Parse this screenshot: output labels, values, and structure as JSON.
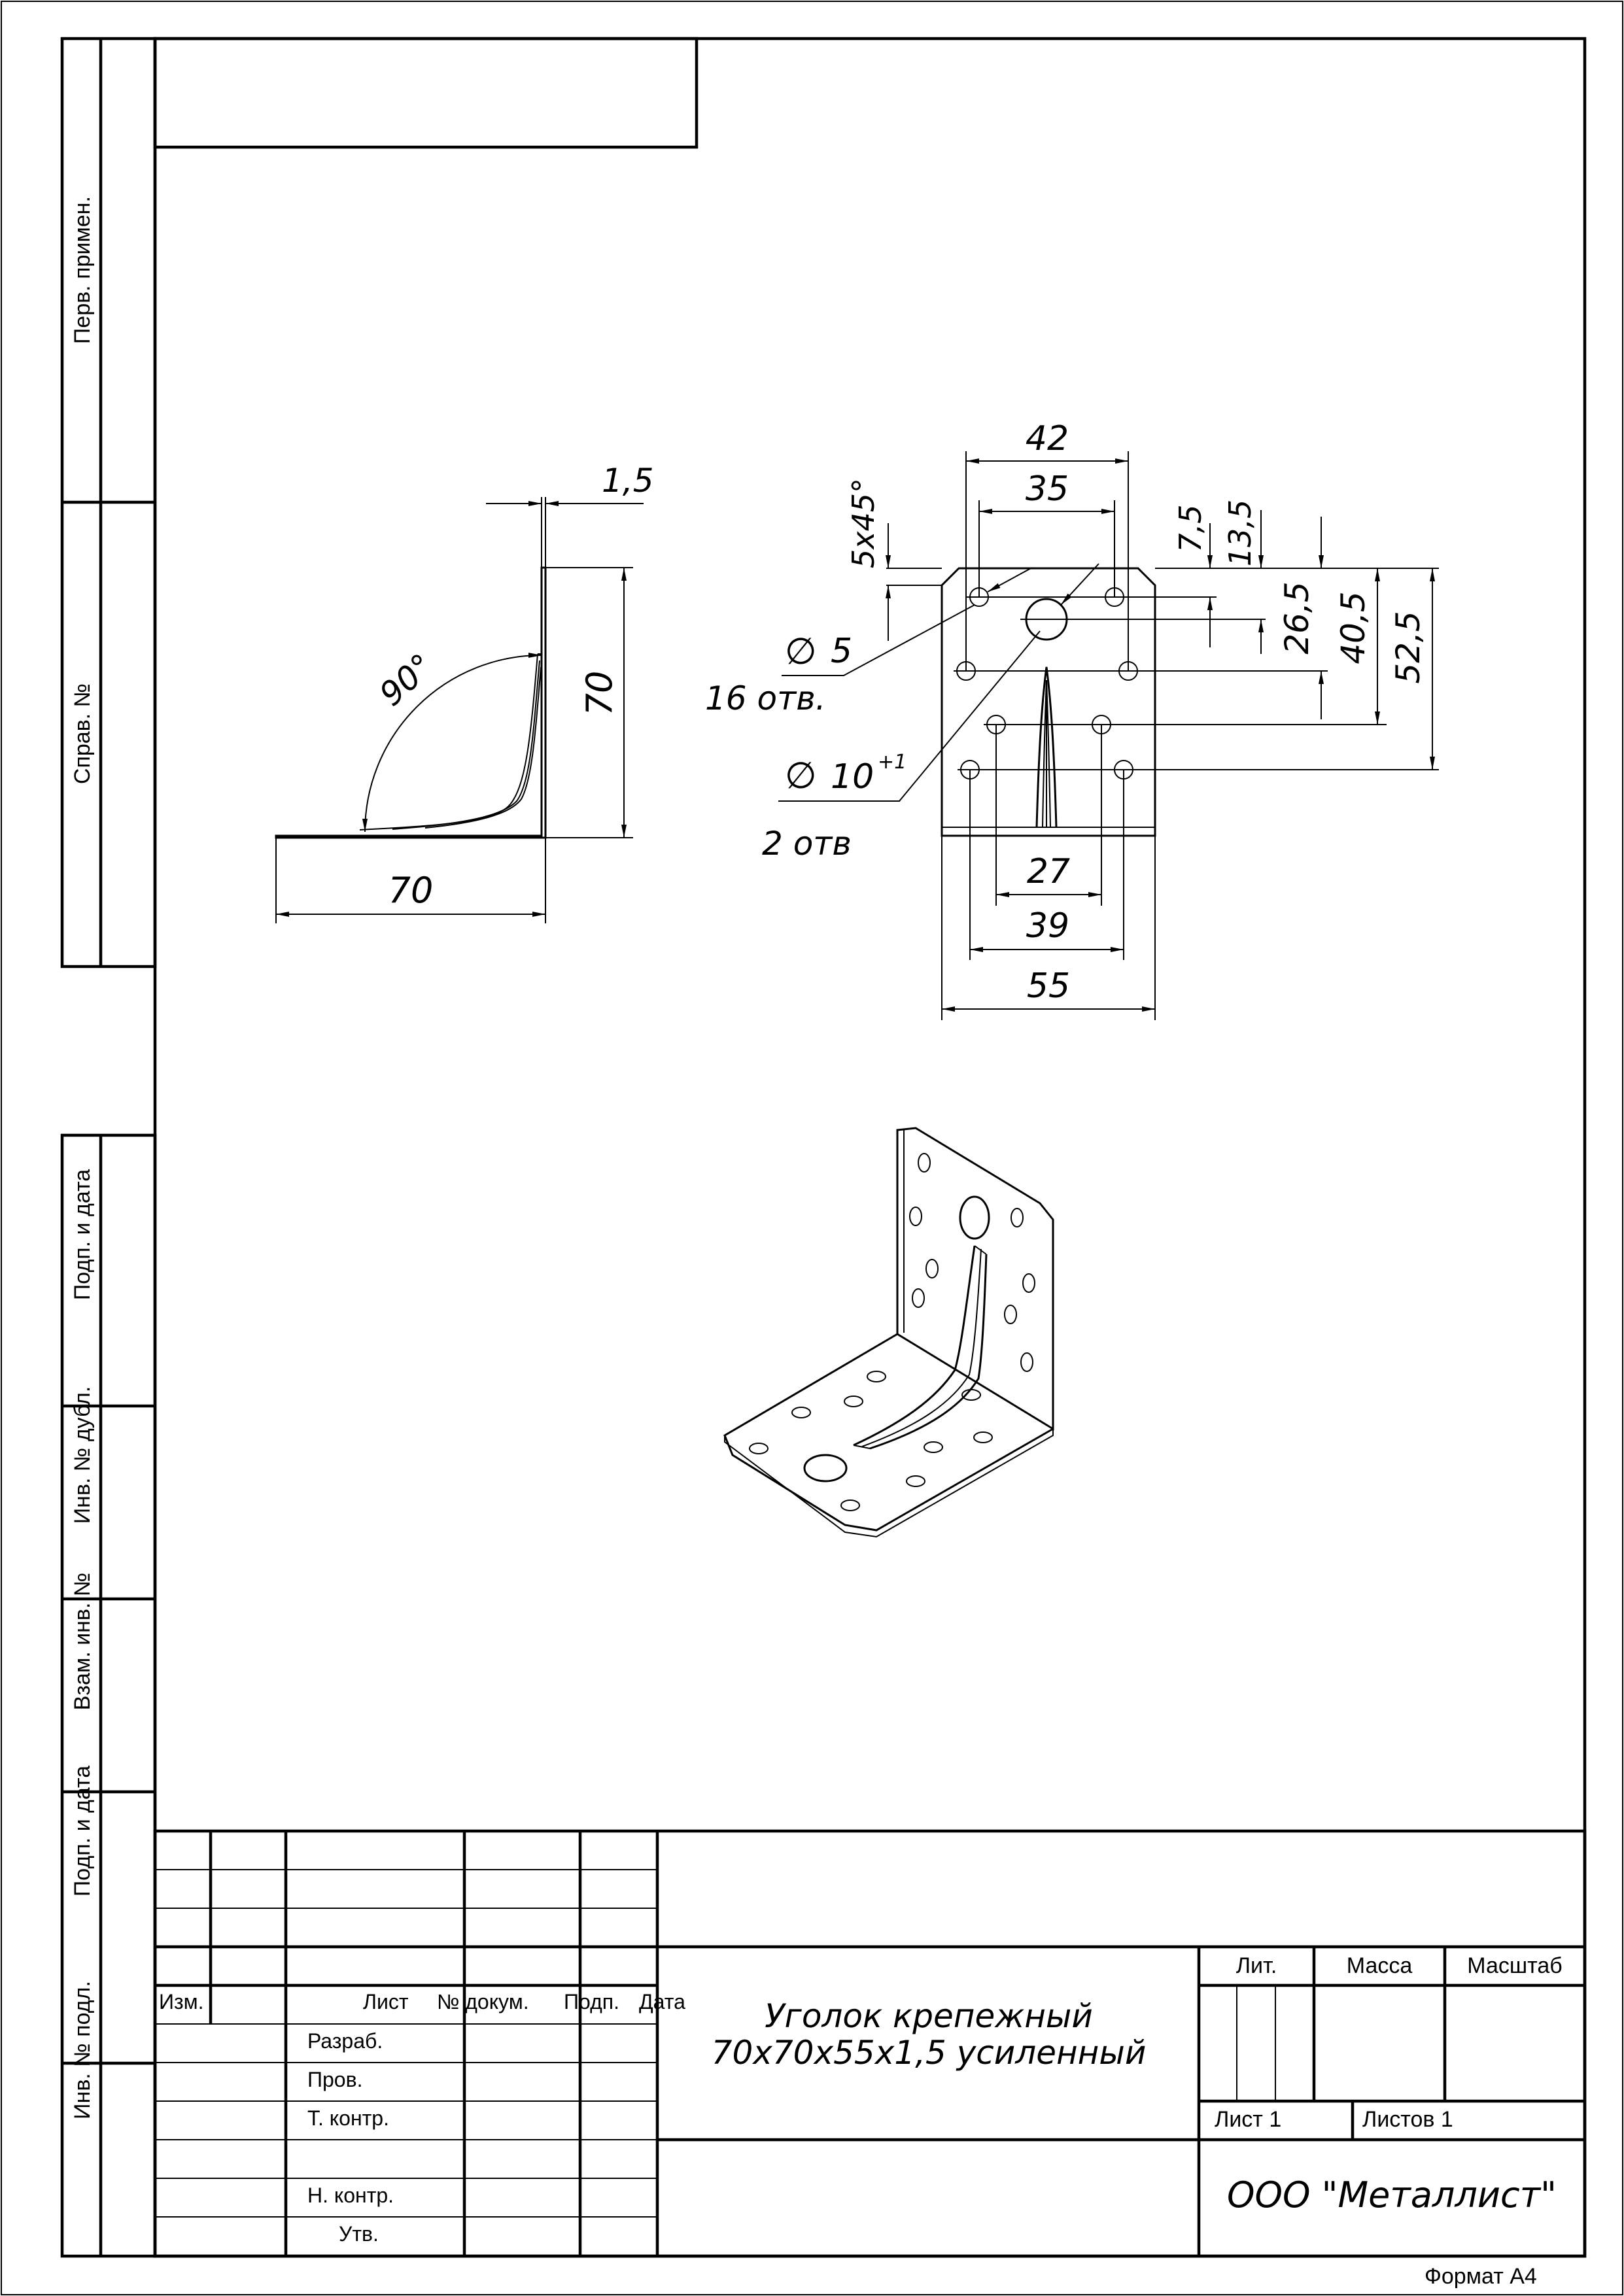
{
  "side_strip": {
    "labels": [
      "Перв. примен.",
      "Справ. №",
      "Подп. и дата",
      "Инв. № дубл.",
      "Взам. инв. №",
      "Подп. и дата",
      "Инв. № подл."
    ]
  },
  "views": {
    "side": {
      "thickness": "1,5",
      "height": "70",
      "angle": "90°",
      "width": "70"
    },
    "front": {
      "dim_42": "42",
      "dim_35": "35",
      "chamfer": "5x45°",
      "dim_7_5": "7,5",
      "dim_13_5": "13,5",
      "dim_26_5": "26,5",
      "dim_40_5": "40,5",
      "dim_52_5": "52,5",
      "hole_small_dia": "5",
      "hole_small_count": "16 отв.",
      "hole_big_dia": "10",
      "hole_big_tol": "+1",
      "hole_big_count": "2 отв",
      "diameter_symbol": "∅",
      "dim_27": "27",
      "dim_39": "39",
      "dim_55": "55"
    }
  },
  "title_block": {
    "col_izm": "Изм.",
    "col_list": "Лист",
    "col_doc": "№ докум.",
    "col_sign": "Подп.",
    "col_date": "Дата",
    "row_develop": "Разраб.",
    "row_check": "Пров.",
    "row_tcontrol": "Т. контр.",
    "row_ncontrol": "Н. контр.",
    "row_approve": "Утв.",
    "title_line1": "Уголок крепежный",
    "title_line2": "70х70х55х1,5 усиленный",
    "lit": "Лит.",
    "mass": "Масса",
    "scale": "Масштаб",
    "sheet": "Лист 1",
    "sheets": "Листов 1",
    "org": "ООО \"Металлист\""
  },
  "format_label": "Формат А4"
}
